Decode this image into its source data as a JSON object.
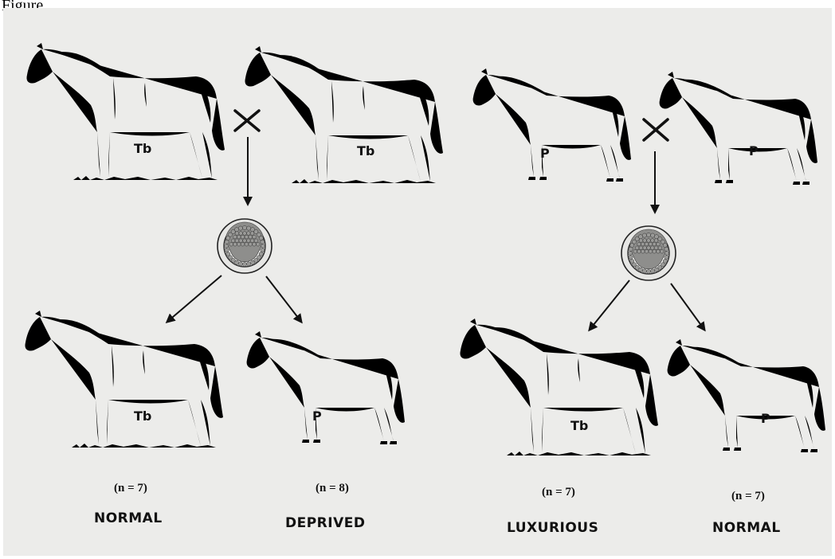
{
  "figure": {
    "caption": "Figure"
  },
  "left_cross": {
    "parents": [
      {
        "breed": "Tb"
      },
      {
        "breed": "Tb"
      }
    ],
    "offspring": [
      {
        "breed": "Tb",
        "count": "(n = 7)",
        "label": "NORMAL"
      },
      {
        "breed": "P",
        "count": "(n = 8)",
        "label": "DEPRIVED"
      }
    ]
  },
  "right_cross": {
    "parents": [
      {
        "breed": "P"
      },
      {
        "breed": "P"
      }
    ],
    "offspring": [
      {
        "breed": "Tb",
        "count": "(n = 7)",
        "label": "LUXURIOUS"
      },
      {
        "breed": "P",
        "count": "(n = 7)",
        "label": "NORMAL"
      }
    ]
  },
  "symbols": {
    "cross": "cross-mark",
    "embryo": "blastocyst-icon"
  }
}
